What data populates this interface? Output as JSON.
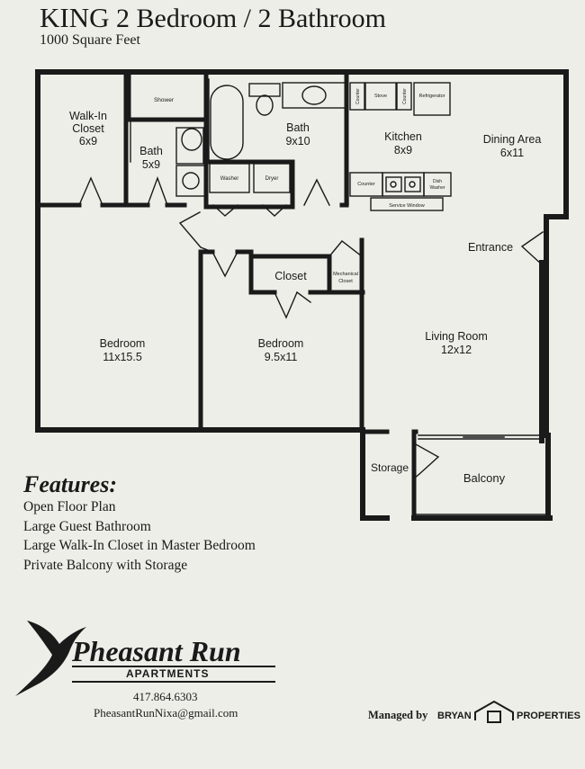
{
  "header": {
    "title_part1": "KING",
    "title_part2": "2 Bedroom / 2 Bathroom",
    "subtitle": "1000 Square Feet"
  },
  "rooms": {
    "walkin_closet": {
      "name_line1": "Walk-In",
      "name_line2": "Closet",
      "size": "6x9"
    },
    "shower": "Shower",
    "bath_small": {
      "name": "Bath",
      "size": "5x9"
    },
    "bath_large": {
      "name": "Bath",
      "size": "9x10"
    },
    "kitchen": {
      "name": "Kitchen",
      "size": "8x9"
    },
    "dining": {
      "name": "Dining Area",
      "size": "6x11"
    },
    "entrance": "Entrance",
    "closet": "Closet",
    "mechanical": {
      "line1": "Mechanical",
      "line2": "Closet"
    },
    "bedroom_master": {
      "name": "Bedroom",
      "size": "11x15.5"
    },
    "bedroom_second": {
      "name": "Bedroom",
      "size": "9.5x11"
    },
    "living": {
      "name": "Living Room",
      "size": "12x12"
    },
    "storage": "Storage",
    "balcony": "Balcony"
  },
  "fixtures": {
    "counter": "Counter",
    "stove": "Stove",
    "refrigerator": "Refrigerator",
    "washer": "Washer",
    "dryer": "Dryer",
    "dishwasher_line1": "Dish",
    "dishwasher_line2": "Washer",
    "service_window": "Service Window"
  },
  "features": {
    "heading": "Features:",
    "items": [
      "Open Floor Plan",
      "Large Guest Bathroom",
      "Large Walk-In Closet in Master Bedroom",
      "Private Balcony with Storage"
    ]
  },
  "brand": {
    "name": "Pheasant Run",
    "sub": "APARTMENTS",
    "phone": "417.864.6303",
    "email": "PheasantRunNixa@gmail.com"
  },
  "management": {
    "label": "Managed by",
    "company_left": "BRYAN",
    "company_right": "PROPERTIES"
  },
  "colors": {
    "paper": "#eeeee8",
    "ink": "#1a1a1a"
  }
}
